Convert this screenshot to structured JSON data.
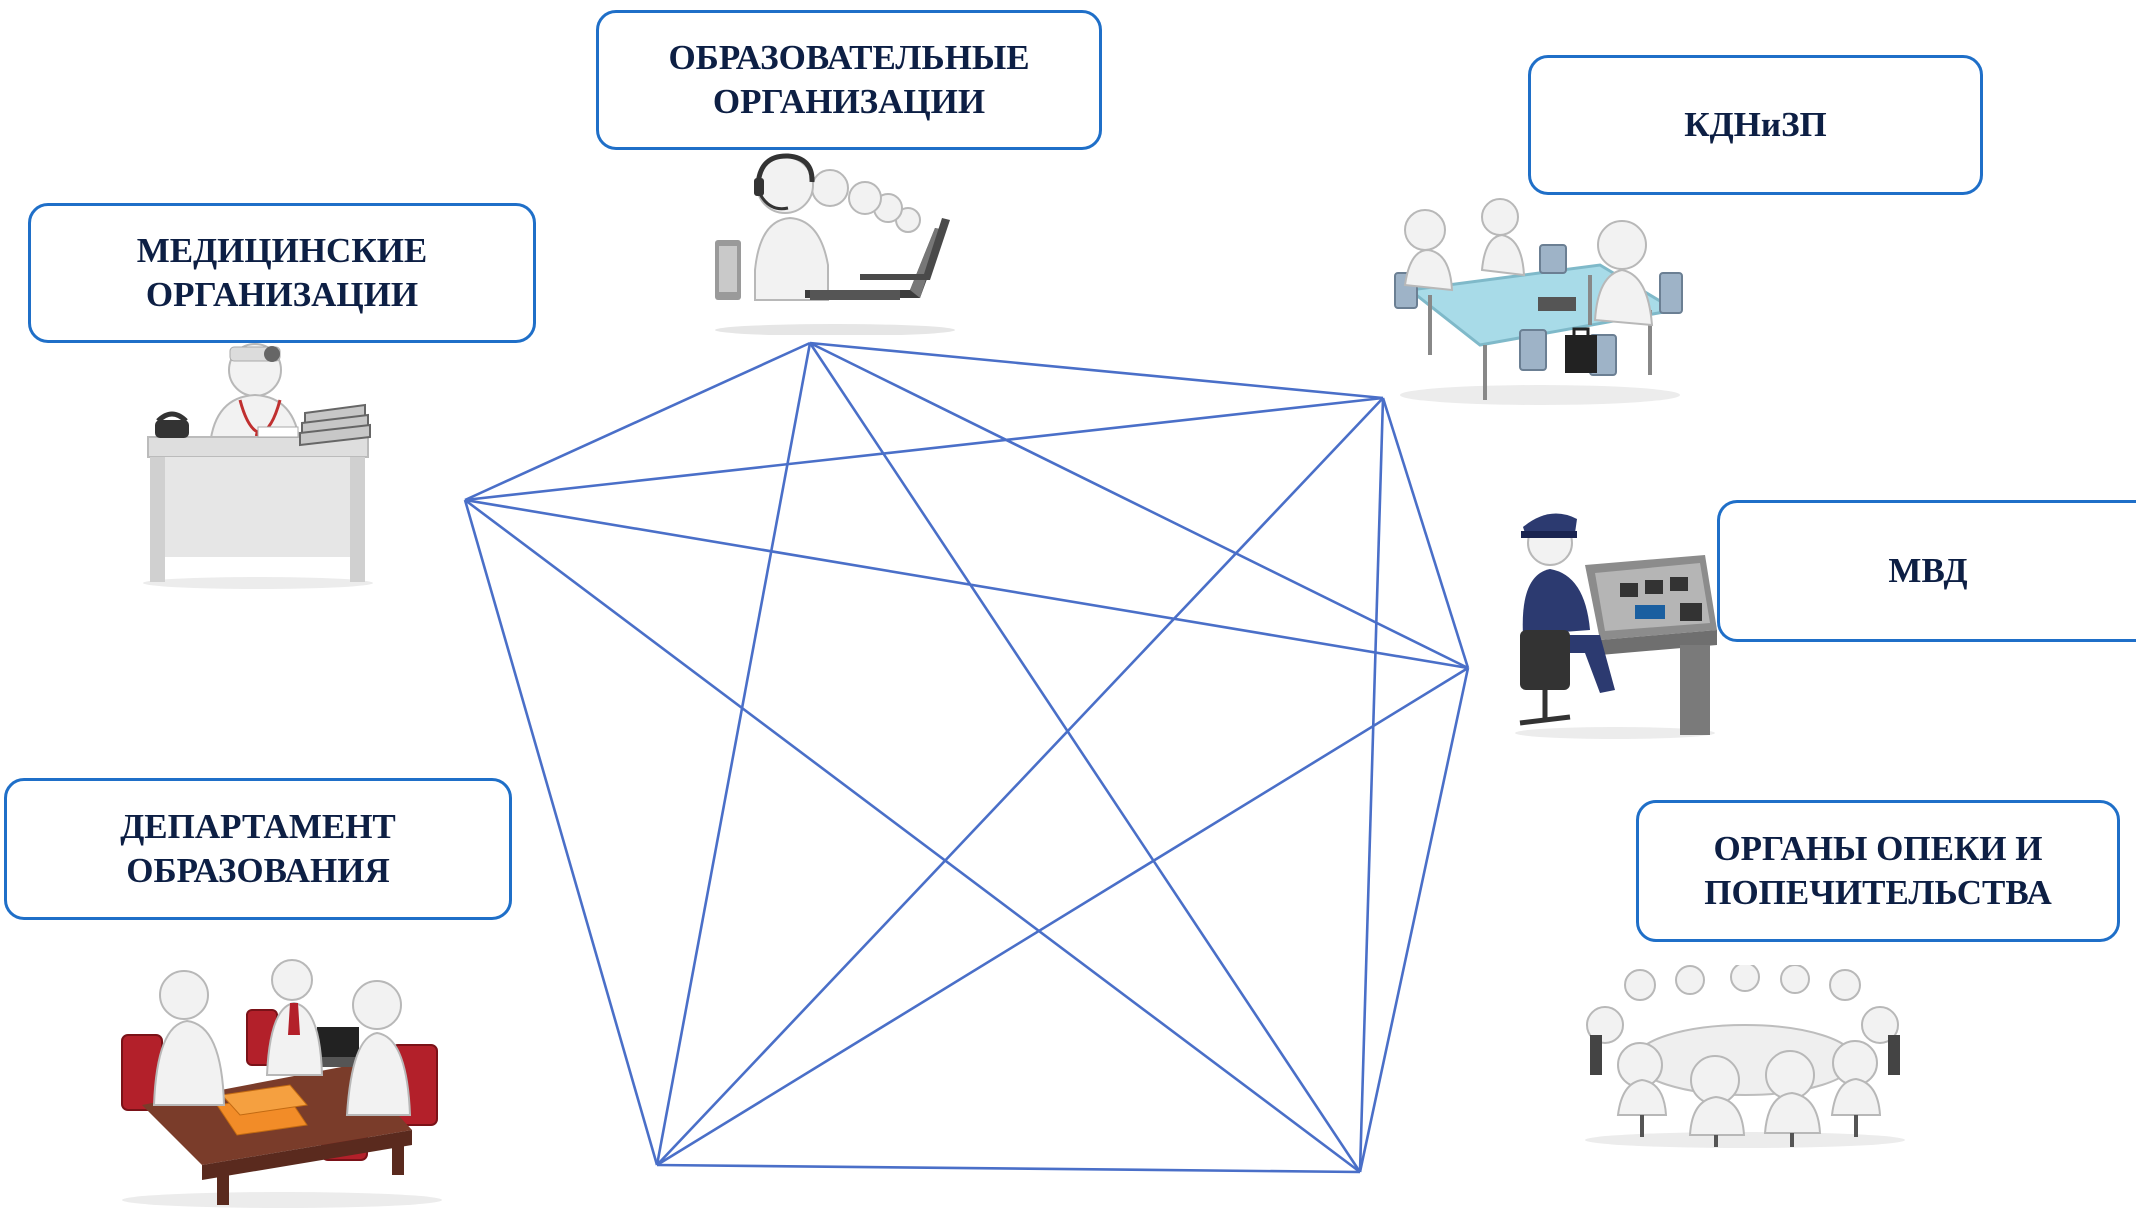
{
  "nodes": [
    {
      "id": "edu_orgs",
      "lines": [
        "ОБРАЗОВАТЕЛЬНЫЕ",
        "ОРГАНИЗАЦИИ"
      ],
      "illustration": "call-center-workers-icon"
    },
    {
      "id": "kdn",
      "lines": [
        "КДНиЗП"
      ],
      "illustration": "meeting-table-icon"
    },
    {
      "id": "med_orgs",
      "lines": [
        "МЕДИЦИНСКИЕ",
        "ОРГАНИЗАЦИИ"
      ],
      "illustration": "doctor-desk-icon"
    },
    {
      "id": "mvd",
      "lines": [
        "МВД"
      ],
      "illustration": "police-officer-console-icon"
    },
    {
      "id": "dept_edu",
      "lines": [
        "ДЕПАРТАМЕНТ",
        "ОБРАЗОВАНИЯ"
      ],
      "illustration": "business-meeting-icon"
    },
    {
      "id": "guardianship",
      "lines": [
        "ОРГАНЫ ОПЕКИ И",
        "ПОПЕЧИТЕЛЬСТВА"
      ],
      "illustration": "round-table-meeting-icon"
    }
  ],
  "network": {
    "style": "complete-graph",
    "vertex_count": 6,
    "line_color": "#4a6fc8"
  },
  "colors": {
    "box_border": "#1f6fc8",
    "box_text": "#0d1f44"
  }
}
